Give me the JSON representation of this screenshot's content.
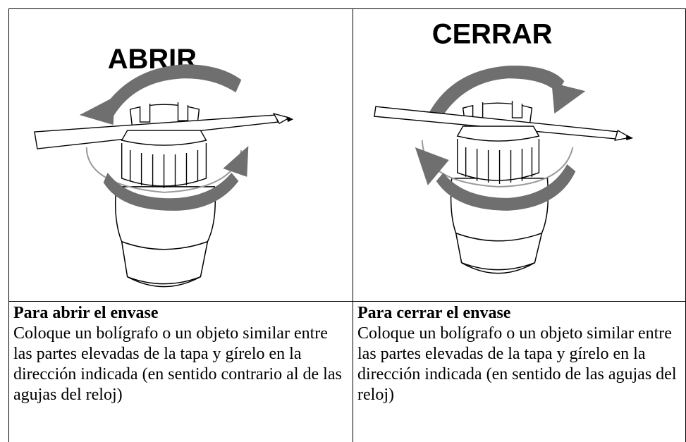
{
  "open": {
    "label": "ABRIR",
    "heading": "Para abrir el envase",
    "body": "Coloque un bolígrafo o un objeto similar entre las partes elevadas de la tapa y gírelo en la dirección indicada (en sentido contrario al de las agujas del reloj)"
  },
  "close": {
    "label": "CERRAR",
    "heading": "Para cerrar el envase",
    "body": "Coloque un bolígrafo o un objeto similar entre las partes elevadas de la tapa y gírelo en la dirección indicada (en sentido de las agujas del reloj)"
  },
  "colors": {
    "arrow": "#6f6f6f",
    "line": "#000000",
    "background": "#ffffff"
  }
}
